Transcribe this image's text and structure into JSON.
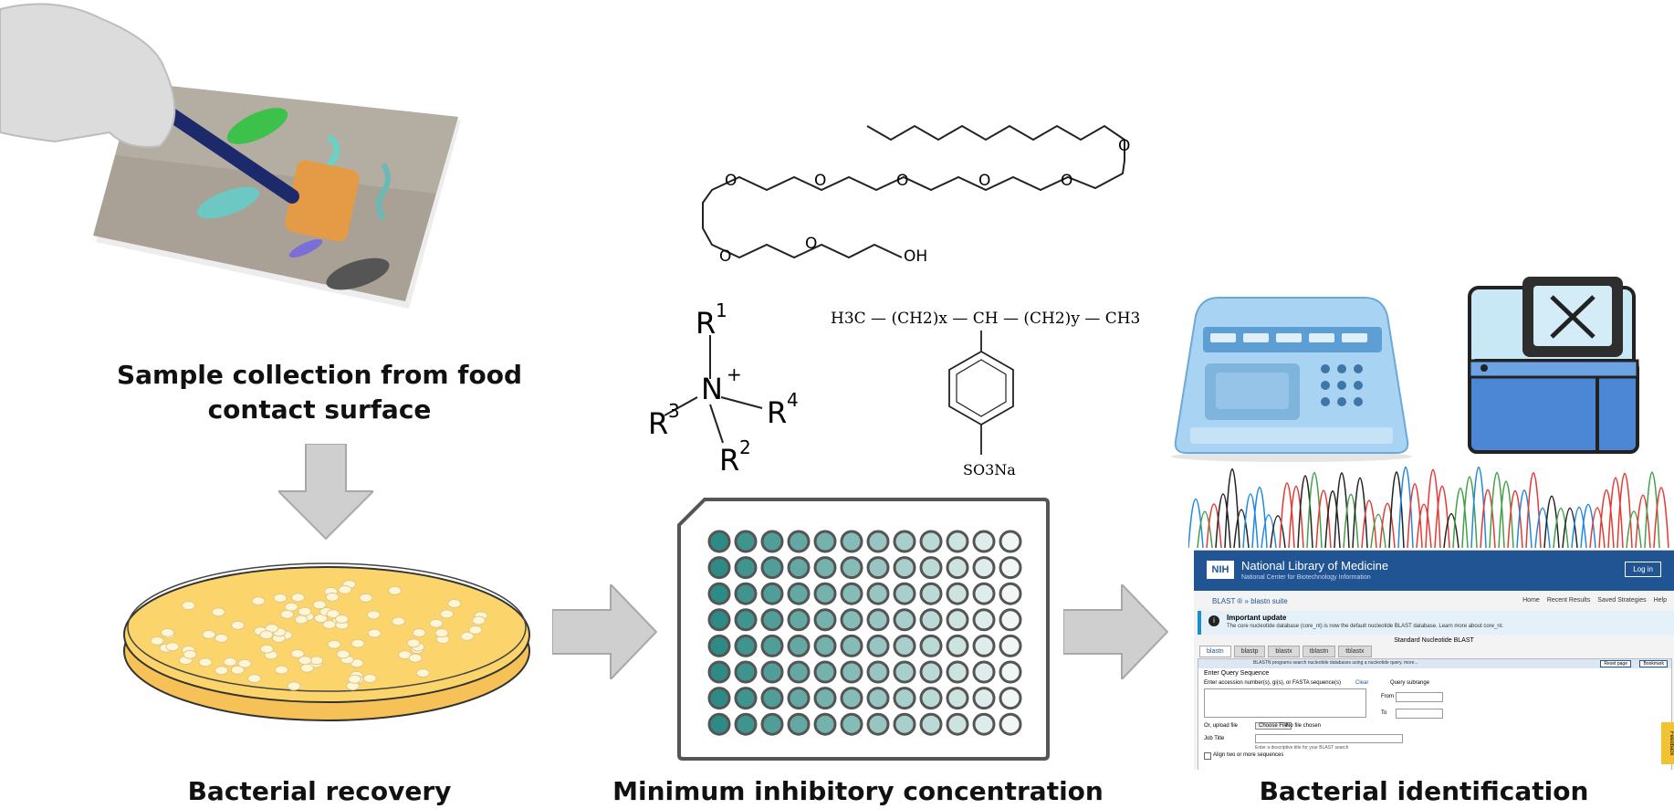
{
  "steps": {
    "sample": {
      "line1": "Sample collection from food",
      "line2": "contact surface"
    },
    "recovery": "Bacterial recovery",
    "mic": "Minimum inhibitory concentration",
    "identification": "Bacterial identification"
  },
  "chemistry": {
    "hydroxyl": "OH",
    "oxygen": "O",
    "quat_N": "N",
    "quat_charge": "+",
    "r1": "R",
    "r1_sup": "1",
    "r2": "R",
    "r2_sup": "2",
    "r3": "R",
    "r3_sup": "3",
    "r4": "R",
    "r4_sup": "4",
    "sulfonate_chain": "H3C — (CH2)x — CH — (CH2)y — CH3",
    "sulfonate_group": "SO3Na"
  },
  "blast": {
    "org": "National Library of Medicine",
    "org_sub": "National Center for Biotechnology Information",
    "nih": "NIH",
    "login": "Log in",
    "breadcrumb": "BLAST ® » blastn suite",
    "top_links": [
      "Home",
      "Recent Results",
      "Saved Strategies",
      "Help"
    ],
    "notice_title": "Important update",
    "notice_body": "The core nucleotide database (core_nt) is now the default nucleotide BLAST database. Learn more about core_nt.",
    "page_title": "Standard Nucleotide BLAST",
    "tabs": [
      "blastn",
      "blastp",
      "blastx",
      "tblastn",
      "tblastx"
    ],
    "reset": "Reset page",
    "bookmark": "Bookmark",
    "section": "Enter Query Sequence",
    "section_note": "BLASTN programs search nucleotide databases using a nucleotide query. more...",
    "accession_label": "Enter accession number(s), gi(s), or FASTA sequence(s)",
    "clear": "Clear",
    "subrange": "Query subrange",
    "from": "From",
    "to": "To",
    "upload_label": "Or, upload file",
    "choose_file": "Choose File",
    "no_file": "No file chosen",
    "job_title": "Job Title",
    "job_hint": "Enter a descriptive title for your BLAST search",
    "align": "Align two or more sequences",
    "feedback": "Feedback"
  }
}
